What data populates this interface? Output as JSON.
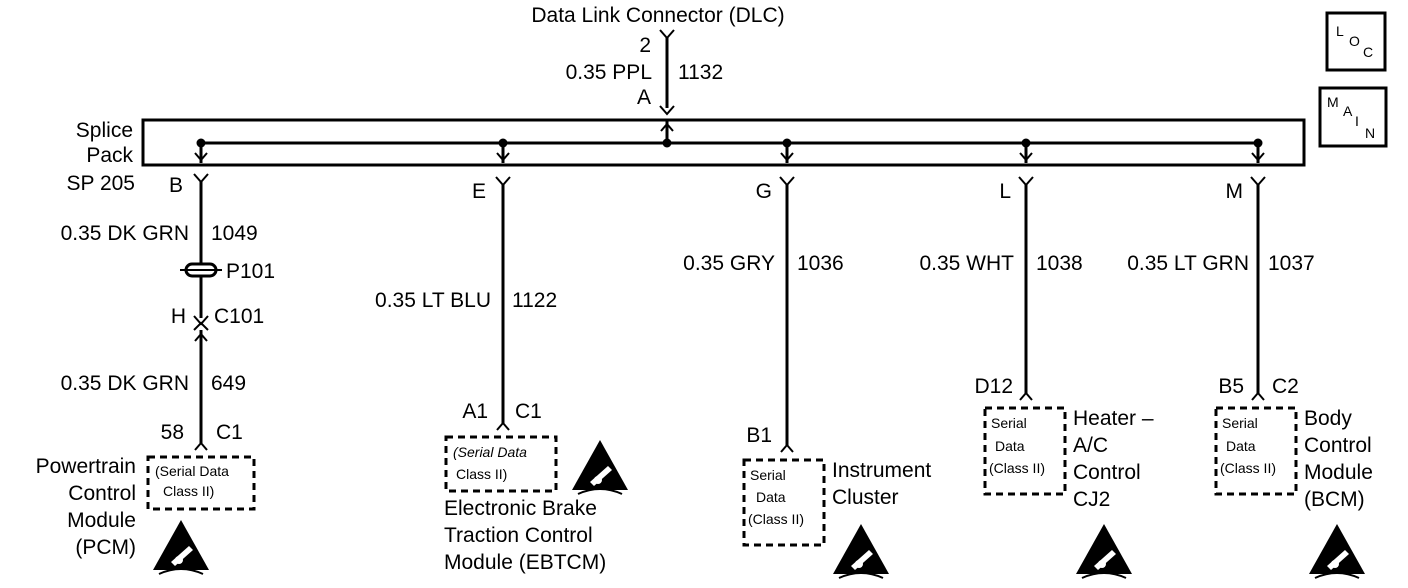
{
  "dlc": {
    "title": "Data Link Connector (DLC)",
    "pin_top": "2",
    "wire": "0.35 PPL",
    "circuit": "1132",
    "pin_bottom": "A"
  },
  "tags": {
    "loc": [
      "L",
      "O",
      "C"
    ],
    "main": [
      "M",
      "A",
      "I",
      "N"
    ]
  },
  "splice": {
    "line1": "Splice",
    "line2": "Pack",
    "line3": "SP 205"
  },
  "pcm": {
    "splice_pin": "B",
    "wire1": "0.35 DK GRN",
    "circuit1": "1049",
    "splice_name": "P101",
    "conn_pin": "H",
    "conn_name": "C101",
    "wire2": "0.35 DK GRN",
    "circuit2": "649",
    "module_pin": "58",
    "module_conn": "C1",
    "box_line1": "(Serial Data",
    "box_line2": "Class II)",
    "name": [
      "Powertrain",
      "Control",
      "Module",
      "(PCM)"
    ]
  },
  "ebtcm": {
    "splice_pin": "E",
    "wire": "0.35 LT BLU",
    "circuit": "1122",
    "module_pin": "A1",
    "module_conn": "C1",
    "box_line1": "(Serial Data",
    "box_line2": "Class II)",
    "name": [
      "Electronic Brake",
      "Traction Control",
      "Module (EBTCM)"
    ]
  },
  "cluster": {
    "splice_pin": "G",
    "wire": "0.35 GRY",
    "circuit": "1036",
    "module_pin": "B1",
    "box": [
      "Serial",
      "Data",
      "(Class II)"
    ],
    "name": [
      "Instrument",
      "Cluster"
    ]
  },
  "hvac": {
    "splice_pin": "L",
    "wire": "0.35 WHT",
    "circuit": "1038",
    "module_pin": "D12",
    "box": [
      "Serial",
      "Data",
      "(Class II)"
    ],
    "name": [
      "Heater –",
      "A/C",
      "Control",
      "CJ2"
    ]
  },
  "bcm": {
    "splice_pin": "M",
    "wire": "0.35 LT GRN",
    "circuit": "1037",
    "module_pin": "B5",
    "module_conn": "C2",
    "box": [
      "Serial",
      "Data",
      "(Class II)"
    ],
    "name": [
      "Body",
      "Control",
      "Module",
      "(BCM)"
    ]
  }
}
